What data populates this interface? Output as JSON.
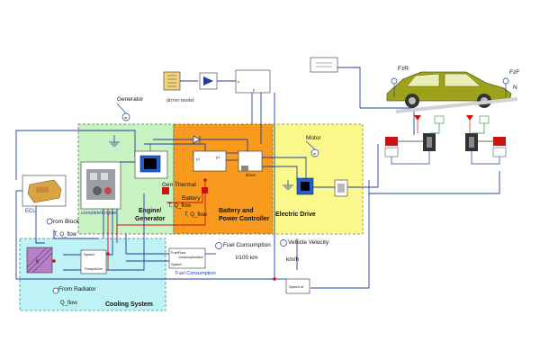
{
  "zones": {
    "engine": "Engine/\nGenerator",
    "battery": "Battery and\nPower Controller",
    "electric": "Electric Drive",
    "cooling": "Cooling System"
  },
  "labels": {
    "generator": "Generator",
    "motor": "Motor",
    "driver_model": "driver model",
    "ecu": "ECU",
    "complete_engine": "completeEngine",
    "gen_thermal": "Gen Thermal",
    "battery": "Battery",
    "t_q_flow_1": "T, Q_flow",
    "t_q_flow_2": "T, Q_flow",
    "from_block": "From Block",
    "t_q_flow_3": "T, Q_flow",
    "from_radiator": "From Radiator",
    "q_flow": "Q_flow",
    "fuel_consumption": "Fuel Consumption",
    "l_per_100km": "l/100 km",
    "fuel_consumption_block": "Fuel Consumption",
    "vehicle_velocity": "Vehicle Velocity",
    "kmh": "km/h",
    "fzr": "FzR",
    "fzf": "FzF",
    "n": "N",
    "fuel_flow": "FuelFlow",
    "consumption_kml": "Consumption/km/l",
    "speed": "Speed",
    "speed_2": "Speed",
    "pump_drive": "PumpDrive",
    "speed_of": "Speed of",
    "driver": "driver",
    "w": "w"
  },
  "colors": {
    "engine_zone": "#c9f2c2",
    "battery_zone": "#f79a1e",
    "electric_zone": "#fbf98c",
    "cooling_zone": "#bff2f4",
    "wire_blue": "#1f3f9e",
    "wire_red": "#cc1111",
    "car_body": "#9da21a"
  }
}
